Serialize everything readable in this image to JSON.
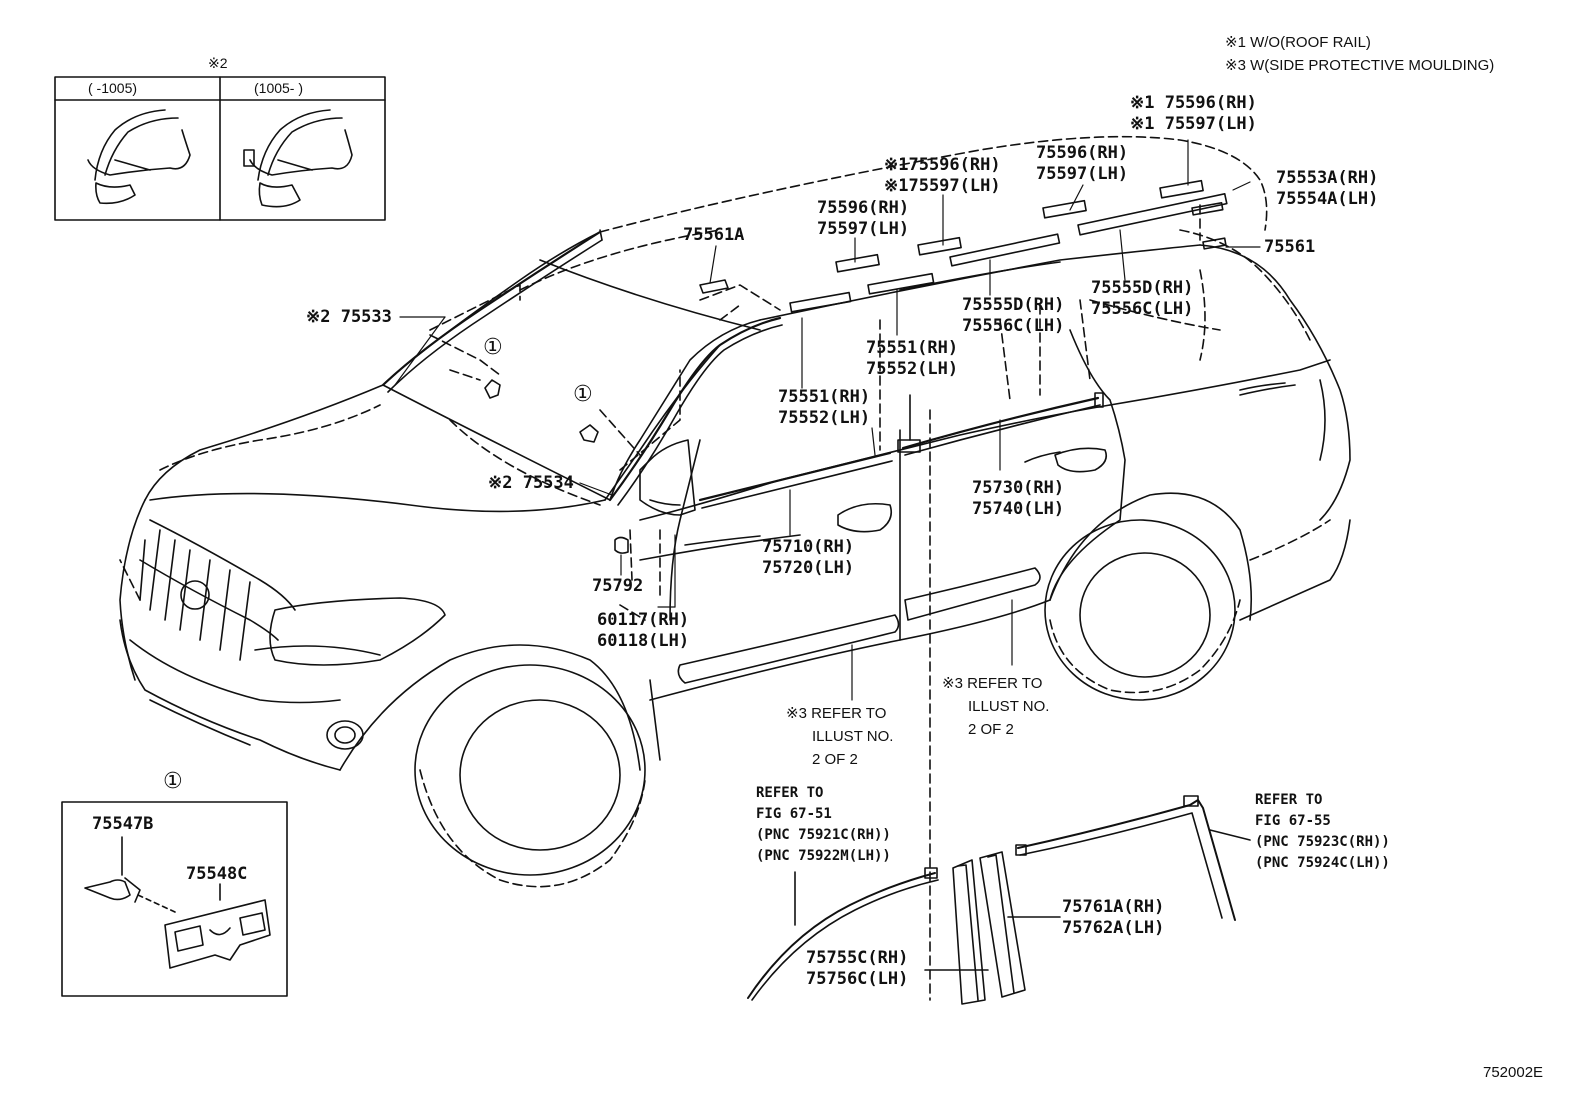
{
  "notes": {
    "note1": "※1 W/O(ROOF RAIL)",
    "note3": "※3 W(SIDE PROTECTIVE MOULDING)"
  },
  "inset": {
    "title": "※2",
    "col1": "(    -1005)",
    "col2": "(1005-     )"
  },
  "callout_symbol": "①",
  "labels": {
    "p75596_75597_right": [
      "※1 75596(RH)",
      "※1 75597(LH)"
    ],
    "p75596_75597_mid_note": [
      "※175596(RH)",
      "※175597(LH)"
    ],
    "p75596_75597_mid": [
      "75596(RH)",
      "75597(LH)"
    ],
    "p75596_75597_left": [
      "75596(RH)",
      "75597(LH)"
    ],
    "p75553_75554": [
      "75553A(RH)",
      "75554A(LH)"
    ],
    "p75561A": "75561A",
    "p75561": "75561",
    "p75533": "※2 75533",
    "p75555_75556_right": [
      "75555D(RH)",
      "75556C(LH)"
    ],
    "p75555_75556_mid": [
      "75555D(RH)",
      "75556C(LH)"
    ],
    "p75551_75552_upper": [
      "75551(RH)",
      "75552(LH)"
    ],
    "p75551_75552_lower": [
      "75551(RH)",
      "75552(LH)"
    ],
    "p75534": "※2 75534",
    "p75730_75740": [
      "75730(RH)",
      "75740(LH)"
    ],
    "p75710_75720": [
      "75710(RH)",
      "75720(LH)"
    ],
    "p75792": "75792",
    "p60117_60118": [
      "60117(RH)",
      "60118(LH)"
    ],
    "refer_left": [
      "※3 REFER TO",
      "ILLUST NO.",
      "2 OF 2"
    ],
    "refer_right": [
      "※3 REFER TO",
      "ILLUST NO.",
      "2 OF 2"
    ],
    "p75547B": "75547B",
    "p75548C": "75548C",
    "fig6751": [
      "REFER TO",
      "FIG 67-51",
      "(PNC 75921C(RH))",
      "(PNC 75922M(LH))"
    ],
    "fig6755": [
      "REFER TO",
      "FIG 67-55",
      "(PNC 75923C(RH))",
      "(PNC 75924C(LH))"
    ],
    "p75761_75762": [
      "75761A(RH)",
      "75762A(LH)"
    ],
    "p75755_75756": [
      "75755C(RH)",
      "75756C(LH)"
    ]
  },
  "diagram_id": "752002E"
}
